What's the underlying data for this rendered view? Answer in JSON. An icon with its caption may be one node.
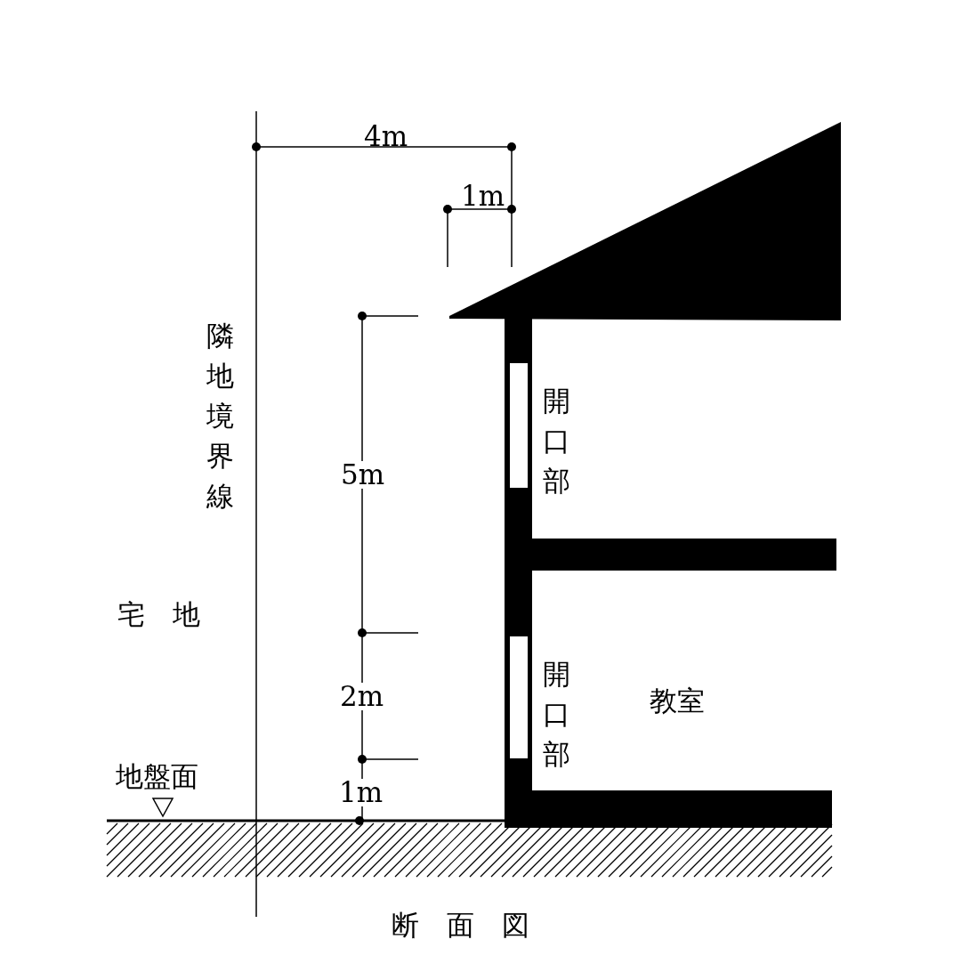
{
  "diagram": {
    "caption": "断　面　図",
    "labels": [
      "4m",
      "1m",
      "隣地境界線",
      "5m",
      "開口部",
      "宅　地",
      "2m",
      "開口部",
      "教室",
      "地盤面",
      "1m"
    ]
  }
}
